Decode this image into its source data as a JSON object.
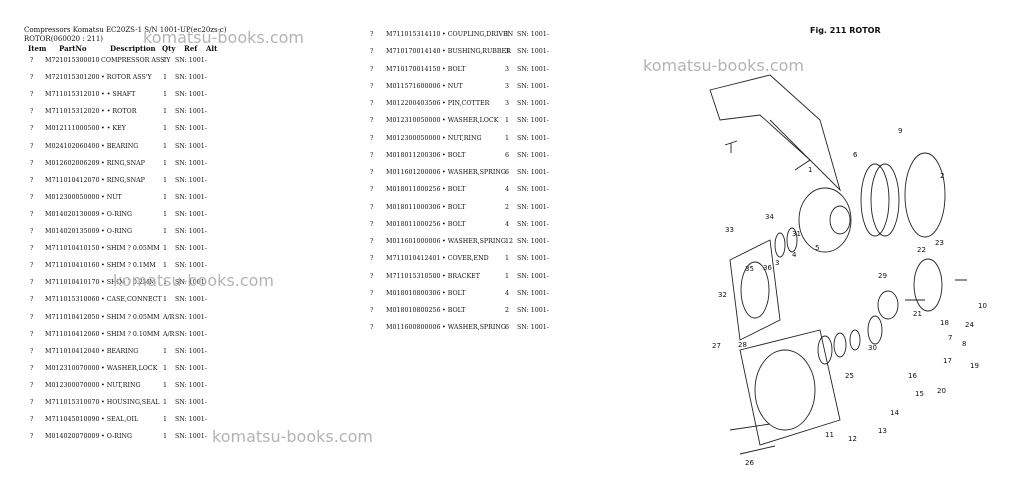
{
  "breadcrumb": "Compressors Komatsu EC20ZS-1 S/N 1001-UP(ec20zs-c)",
  "section_title": "ROTOR(060020 : 211)",
  "columns": {
    "item": "Item",
    "partno": "PartNo",
    "description": "Description",
    "qty": "Qty",
    "ref": "Ref",
    "alt": "Alt"
  },
  "left_rows": [
    {
      "item": "?",
      "part": "M721015300010",
      "desc": "COMPRESSOR ASS'Y",
      "qty": "1",
      "sn": "SN: 1001-"
    },
    {
      "item": "?",
      "part": "M721015301200",
      "desc": "• ROTOR ASS'Y",
      "qty": "1",
      "sn": "SN: 1001-"
    },
    {
      "item": "?",
      "part": "M711015312010",
      "desc": "• • SHAFT",
      "qty": "1",
      "sn": "SN: 1001-"
    },
    {
      "item": "?",
      "part": "M711015312020",
      "desc": "• • ROTOR",
      "qty": "1",
      "sn": "SN: 1001-"
    },
    {
      "item": "?",
      "part": "M012111000500",
      "desc": "• • KEY",
      "qty": "1",
      "sn": "SN: 1001-"
    },
    {
      "item": "?",
      "part": "M024102060400",
      "desc": "• BEARING",
      "qty": "1",
      "sn": "SN: 1001-"
    },
    {
      "item": "?",
      "part": "M012602006209",
      "desc": "• RING,SNAP",
      "qty": "1",
      "sn": "SN: 1001-"
    },
    {
      "item": "?",
      "part": "M711010412070",
      "desc": "• RING,SNAP",
      "qty": "1",
      "sn": "SN: 1001-"
    },
    {
      "item": "?",
      "part": "M012300050000",
      "desc": "• NUT",
      "qty": "1",
      "sn": "SN: 1001-"
    },
    {
      "item": "?",
      "part": "M014020130009",
      "desc": "• O-RING",
      "qty": "1",
      "sn": "SN: 1001-"
    },
    {
      "item": "?",
      "part": "M014020135009",
      "desc": "• O-RING",
      "qty": "1",
      "sn": "SN: 1001-"
    },
    {
      "item": "?",
      "part": "M711010410150",
      "desc": "• SHIM ? 0.05MM",
      "qty": "1",
      "sn": "SN: 1001-"
    },
    {
      "item": "?",
      "part": "M711010410160",
      "desc": "• SHIM ? 0.1MM",
      "qty": "1",
      "sn": "SN: 1001-"
    },
    {
      "item": "?",
      "part": "M711010410170",
      "desc": "• SHIM ? 0.2MM",
      "qty": "1",
      "sn": "SN: 1001-"
    },
    {
      "item": "?",
      "part": "M711015310060",
      "desc": "• CASE,CONNECT",
      "qty": "1",
      "sn": "SN: 1001-"
    },
    {
      "item": "?",
      "part": "M711010412050",
      "desc": "• SHIM ? 0.05MM",
      "qty": "A/R",
      "sn": "SN: 1001-"
    },
    {
      "item": "?",
      "part": "M711010412060",
      "desc": "• SHIM ? 0.10MM",
      "qty": "A/R",
      "sn": "SN: 1001-"
    },
    {
      "item": "?",
      "part": "M711010412040",
      "desc": "• BEARING",
      "qty": "1",
      "sn": "SN: 1001-"
    },
    {
      "item": "?",
      "part": "M012310070000",
      "desc": "• WASHER,LOCK",
      "qty": "1",
      "sn": "SN: 1001-"
    },
    {
      "item": "?",
      "part": "M012300070000",
      "desc": "• NUT,RING",
      "qty": "1",
      "sn": "SN: 1001-"
    },
    {
      "item": "?",
      "part": "M711015310070",
      "desc": "• HOUSING,SEAL",
      "qty": "1",
      "sn": "SN: 1001-"
    },
    {
      "item": "?",
      "part": "M711045010090",
      "desc": "• SEAL,OIL",
      "qty": "1",
      "sn": "SN: 1001-"
    },
    {
      "item": "?",
      "part": "M014020070009",
      "desc": "• O-RING",
      "qty": "1",
      "sn": "SN: 1001-"
    }
  ],
  "right_rows": [
    {
      "item": "?",
      "part": "M711015314110",
      "desc": "• COUPLING,DRIVEN",
      "qty": "1",
      "sn": "SN: 1001-"
    },
    {
      "item": "?",
      "part": "M710170014140",
      "desc": "• BUSHING,RUBBER",
      "qty": "3",
      "sn": "SN: 1001-"
    },
    {
      "item": "?",
      "part": "M710170014150",
      "desc": "• BOLT",
      "qty": "3",
      "sn": "SN: 1001-"
    },
    {
      "item": "?",
      "part": "M011571600006",
      "desc": "• NUT",
      "qty": "3",
      "sn": "SN: 1001-"
    },
    {
      "item": "?",
      "part": "M012200403506",
      "desc": "• PIN,COTTER",
      "qty": "3",
      "sn": "SN: 1001-"
    },
    {
      "item": "?",
      "part": "M012310050000",
      "desc": "• WASHER,LOCK",
      "qty": "1",
      "sn": "SN: 1001-"
    },
    {
      "item": "?",
      "part": "M012300050000",
      "desc": "• NUT,RING",
      "qty": "1",
      "sn": "SN: 1001-"
    },
    {
      "item": "?",
      "part": "M018011200306",
      "desc": "• BOLT",
      "qty": "6",
      "sn": "SN: 1001-"
    },
    {
      "item": "?",
      "part": "M011601200006",
      "desc": "• WASHER,SPRING",
      "qty": "6",
      "sn": "SN: 1001-"
    },
    {
      "item": "?",
      "part": "M018011000256",
      "desc": "• BOLT",
      "qty": "4",
      "sn": "SN: 1001-"
    },
    {
      "item": "?",
      "part": "M018011000306",
      "desc": "• BOLT",
      "qty": "2",
      "sn": "SN: 1001-"
    },
    {
      "item": "?",
      "part": "M018011000256",
      "desc": "• BOLT",
      "qty": "4",
      "sn": "SN: 1001-"
    },
    {
      "item": "?",
      "part": "M011601000006",
      "desc": "• WASHER,SPRING",
      "qty": "12",
      "sn": "SN: 1001-"
    },
    {
      "item": "?",
      "part": "M711010412401",
      "desc": "• COVER,END",
      "qty": "1",
      "sn": "SN: 1001-"
    },
    {
      "item": "?",
      "part": "M711015310500",
      "desc": "• BRACKET",
      "qty": "1",
      "sn": "SN: 1001-"
    },
    {
      "item": "?",
      "part": "M018010800306",
      "desc": "• BOLT",
      "qty": "4",
      "sn": "SN: 1001-"
    },
    {
      "item": "?",
      "part": "M018010800256",
      "desc": "• BOLT",
      "qty": "2",
      "sn": "SN: 1001-"
    },
    {
      "item": "?",
      "part": "M011600800006",
      "desc": "• WASHER,SPRING",
      "qty": "6",
      "sn": "SN: 1001-"
    }
  ],
  "watermarks": [
    "komatsu-books.com",
    "komatsu-books.com",
    "komatsu-books.com",
    "komatsu-books.com"
  ],
  "figure": {
    "caption": "Fig. 211  ROTOR",
    "callouts": [
      "1",
      "2",
      "3",
      "4",
      "5",
      "6",
      "7",
      "8",
      "9",
      "10",
      "11",
      "12",
      "13",
      "14",
      "15",
      "16",
      "17",
      "18",
      "19",
      "20",
      "21",
      "22",
      "23",
      "24",
      "25",
      "26",
      "27",
      "28",
      "29",
      "30",
      "31",
      "32",
      "33",
      "34",
      "35",
      "36"
    ]
  }
}
